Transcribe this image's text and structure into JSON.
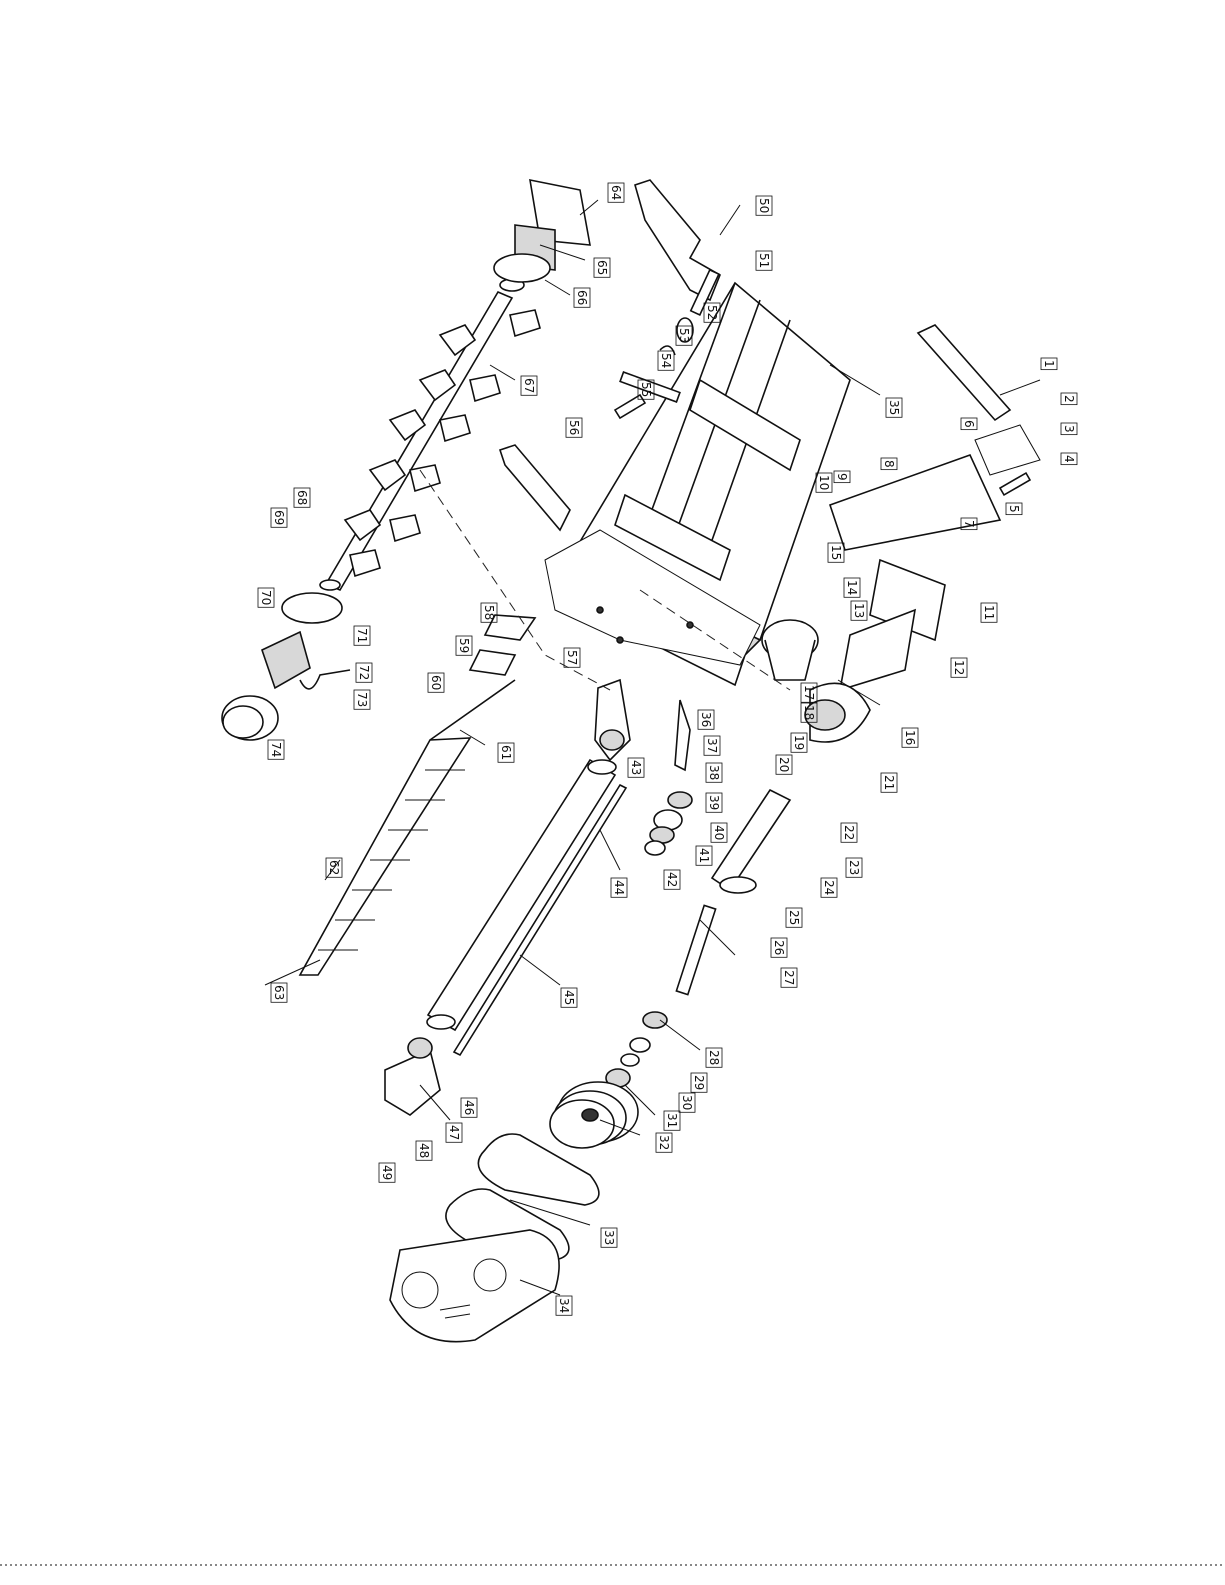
{
  "labels": [
    "1",
    "2",
    "3",
    "4",
    "5",
    "6",
    "7",
    "8",
    "9",
    "10",
    "11",
    "12",
    "13",
    "14",
    "15",
    "16",
    "17",
    "18",
    "19",
    "20",
    "21",
    "22",
    "23",
    "24",
    "25",
    "26",
    "27",
    "28",
    "29",
    "30",
    "31",
    "32",
    "33",
    "34",
    "35",
    "36",
    "37",
    "38",
    "39",
    "40",
    "41",
    "42",
    "43",
    "44",
    "45",
    "46",
    "47",
    "48",
    "49",
    "50",
    "51",
    "52",
    "53",
    "54",
    "55",
    "56",
    "57",
    "58",
    "59",
    "60",
    "61",
    "62",
    "63",
    "64",
    "65",
    "66",
    "67",
    "68",
    "69",
    "70",
    "71",
    "72",
    "73",
    "74"
  ],
  "label_rotation_deg": 90,
  "colors": {
    "line": "#111111",
    "background": "#ffffff",
    "shade": "#d8d8d8"
  }
}
